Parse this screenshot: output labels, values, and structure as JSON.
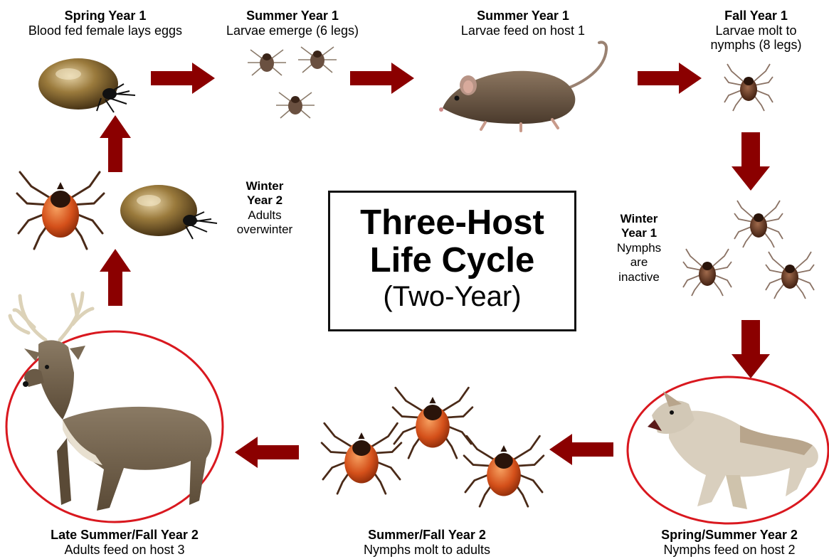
{
  "title": {
    "line1": "Three-Host",
    "line2": "Life Cycle",
    "line3": "(Two-Year)"
  },
  "stages": [
    {
      "id": "spring-year-1",
      "title": "Spring Year 1",
      "desc": "Blood fed female lays eggs"
    },
    {
      "id": "summer-year-1-larvae",
      "title": "Summer Year 1",
      "desc": "Larvae emerge (6 legs)"
    },
    {
      "id": "summer-year-1-feed",
      "title": "Summer Year 1",
      "desc": "Larvae feed on host 1"
    },
    {
      "id": "fall-year-1",
      "title": "Fall Year 1",
      "desc": "Larvae molt to",
      "desc2": "nymphs (8 legs)"
    },
    {
      "id": "spring-summer-year-2",
      "title": "Spring/Summer Year 2",
      "desc": "Nymphs feed on host 2"
    },
    {
      "id": "summer-fall-year-2",
      "title": "Summer/Fall Year 2",
      "desc": "Nymphs molt to adults"
    },
    {
      "id": "late-summer-fall-year-2",
      "title": "Late Summer/Fall Year 2",
      "desc": "Adults feed on host 3"
    }
  ],
  "notes": {
    "winter_year_1": {
      "l1": "Winter",
      "l2": "Year 1",
      "l3": "Nymphs",
      "l4": "are",
      "l5": "inactive"
    },
    "winter_year_2": {
      "l1": "Winter",
      "l2": "Year 2",
      "l3": "Adults",
      "l4": "overwinter"
    }
  },
  "colors": {
    "arrow": "#8b0000",
    "host_circle": "#d9181f",
    "engorged_tick": "#8a6a2c",
    "tick_body": "#5a2e1a",
    "adult_abdomen": "#d8541c"
  },
  "icons": [
    "engorged-tick",
    "larva-tick",
    "nymph-tick",
    "adult-tick",
    "rat",
    "dog",
    "deer"
  ]
}
